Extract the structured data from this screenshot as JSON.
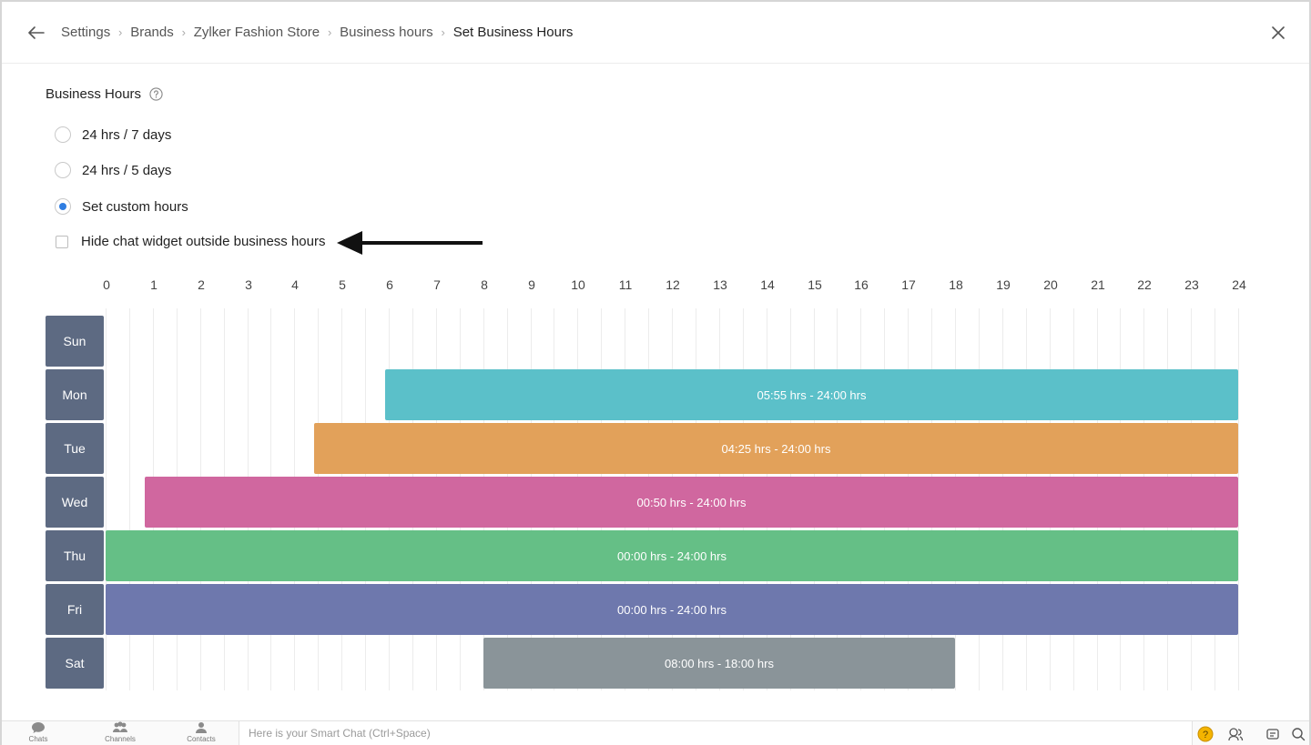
{
  "header": {
    "breadcrumb": [
      "Settings",
      "Brands",
      "Zylker Fashion Store",
      "Business hours",
      "Set Business Hours"
    ],
    "back_icon": "arrow-left-icon",
    "close_icon": "close-icon"
  },
  "business_hours": {
    "title": "Business Hours",
    "options": [
      {
        "label": "24 hrs / 7 days",
        "checked": false
      },
      {
        "label": "24 hrs / 5 days",
        "checked": false
      },
      {
        "label": "Set custom hours",
        "checked": true
      }
    ],
    "hide_widget_label": "Hide chat widget outside business hours",
    "hide_widget_checked": false
  },
  "chart_data": {
    "type": "gantt",
    "x_range": [
      0,
      24
    ],
    "ticks": [
      "0",
      "1",
      "2",
      "3",
      "4",
      "5",
      "6",
      "7",
      "8",
      "9",
      "10",
      "11",
      "12",
      "13",
      "14",
      "15",
      "16",
      "17",
      "18",
      "19",
      "20",
      "21",
      "22",
      "23",
      "24"
    ],
    "days": [
      {
        "day": "Sun",
        "label": "",
        "color": ""
      },
      {
        "day": "Mon",
        "label": "05:55 hrs - 24:00 hrs",
        "start": 5.9167,
        "end": 24,
        "color": "#5bc0c9"
      },
      {
        "day": "Tue",
        "label": "04:25 hrs - 24:00 hrs",
        "start": 4.4167,
        "end": 24,
        "color": "#e2a15a"
      },
      {
        "day": "Wed",
        "label": "00:50 hrs - 24:00 hrs",
        "start": 0.8333,
        "end": 24,
        "color": "#d0679f"
      },
      {
        "day": "Thu",
        "label": "00:00 hrs - 24:00 hrs",
        "start": 0,
        "end": 24,
        "color": "#65bf86"
      },
      {
        "day": "Fri",
        "label": "00:00 hrs - 24:00 hrs",
        "start": 0,
        "end": 24,
        "color": "#6e78ad"
      },
      {
        "day": "Sat",
        "label": "08:00 hrs - 18:00 hrs",
        "start": 8,
        "end": 18,
        "color": "#8a9499"
      }
    ]
  },
  "bottom_bar": {
    "nav": [
      {
        "label": "Chats",
        "icon": "chat-icon"
      },
      {
        "label": "Channels",
        "icon": "channels-icon"
      },
      {
        "label": "Contacts",
        "icon": "contacts-icon"
      }
    ],
    "smart_chat_placeholder": "Here is your Smart Chat (Ctrl+Space)",
    "help_badge_color": "#f4b400"
  }
}
